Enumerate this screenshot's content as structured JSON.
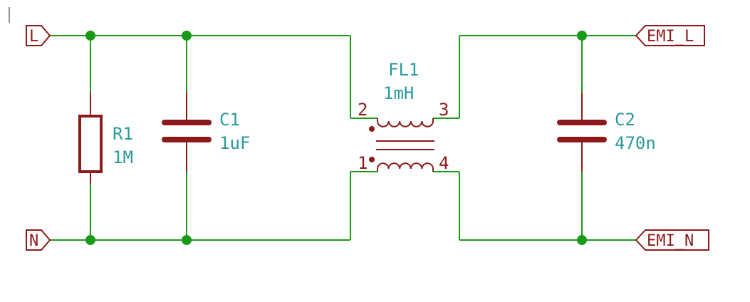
{
  "nets": {
    "L": "L",
    "N": "N",
    "EMI_L": "EMI_L",
    "EMI_N": "EMI_N"
  },
  "components": {
    "R1": {
      "ref": "R1",
      "value": "1M"
    },
    "C1": {
      "ref": "C1",
      "value": "1uF"
    },
    "C2": {
      "ref": "C2",
      "value": "470n"
    },
    "FL1": {
      "ref": "FL1",
      "value": "1mH",
      "pins": {
        "p1": "1",
        "p2": "2",
        "p3": "3",
        "p4": "4"
      }
    }
  },
  "colors": {
    "wire": "#189a18",
    "component": "#8b1a1a",
    "reference_text": "#2a9a9a"
  }
}
